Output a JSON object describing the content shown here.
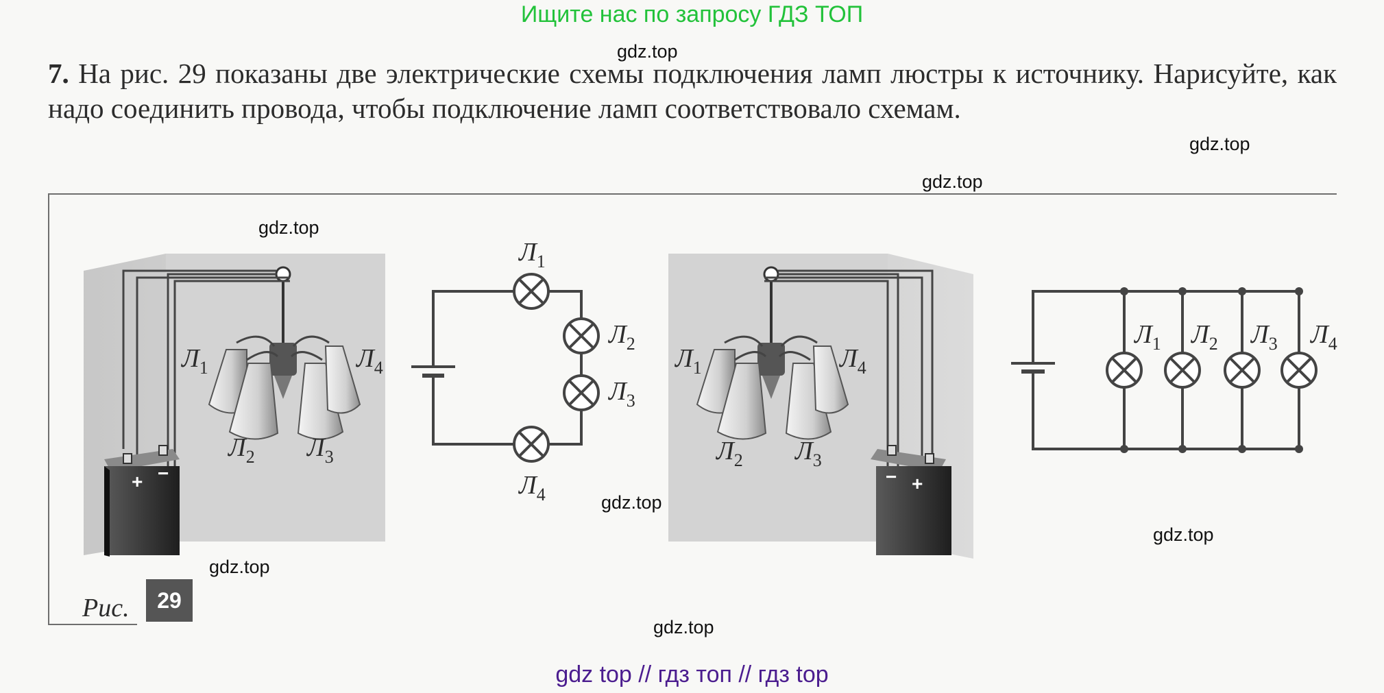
{
  "banner": "Ищите нас по запросу ГДЗ ТОП",
  "watermark": "gdz.top",
  "problem": {
    "number": "7.",
    "text": "На рис. 29 показаны две электрические схемы подключения ламп люстры к источнику. Нарисуйте, как надо соединить провода, чтобы подключение ламп соответствовало схемам."
  },
  "figure": {
    "caption": "Рис.",
    "number": "29",
    "lamp_letter": "Л",
    "lamps": [
      "1",
      "2",
      "3",
      "4"
    ],
    "battery_plus": "+",
    "battery_minus": "−"
  },
  "footer": "gdz top  //  гдз топ  //  гдз top",
  "colors": {
    "banner": "#22c23a",
    "footer": "#4b1d8f",
    "shade": "#c9c9c9",
    "battery": "#3a3a3a",
    "wire": "#444444"
  }
}
